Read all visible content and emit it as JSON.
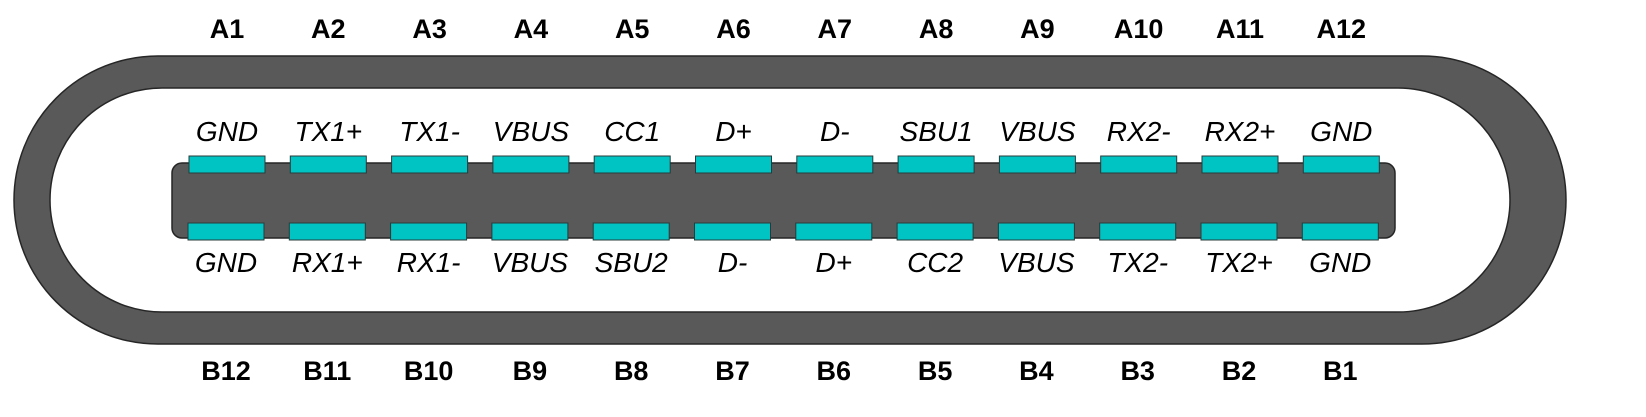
{
  "colors": {
    "shell": "#595959",
    "shell_outline": "#262626",
    "cavity": "#ffffff",
    "tongue": "#595959",
    "pin": "#00c4c4",
    "pin_outline": "#2a3a3a",
    "text": "#000000"
  },
  "row_a": {
    "numbers": [
      "A1",
      "A2",
      "A3",
      "A4",
      "A5",
      "A6",
      "A7",
      "A8",
      "A9",
      "A10",
      "A11",
      "A12"
    ],
    "signals": [
      "GND",
      "TX1+",
      "TX1-",
      "VBUS",
      "CC1",
      "D+",
      "D-",
      "SBU1",
      "VBUS",
      "RX2-",
      "RX2+",
      "GND"
    ]
  },
  "row_b": {
    "numbers": [
      "B12",
      "B11",
      "B10",
      "B9",
      "B8",
      "B7",
      "B6",
      "B5",
      "B4",
      "B3",
      "B2",
      "B1"
    ],
    "signals": [
      "GND",
      "RX1+",
      "RX1-",
      "VBUS",
      "SBU2",
      "D-",
      "D+",
      "CC2",
      "VBUS",
      "TX2-",
      "TX2+",
      "GND"
    ]
  }
}
